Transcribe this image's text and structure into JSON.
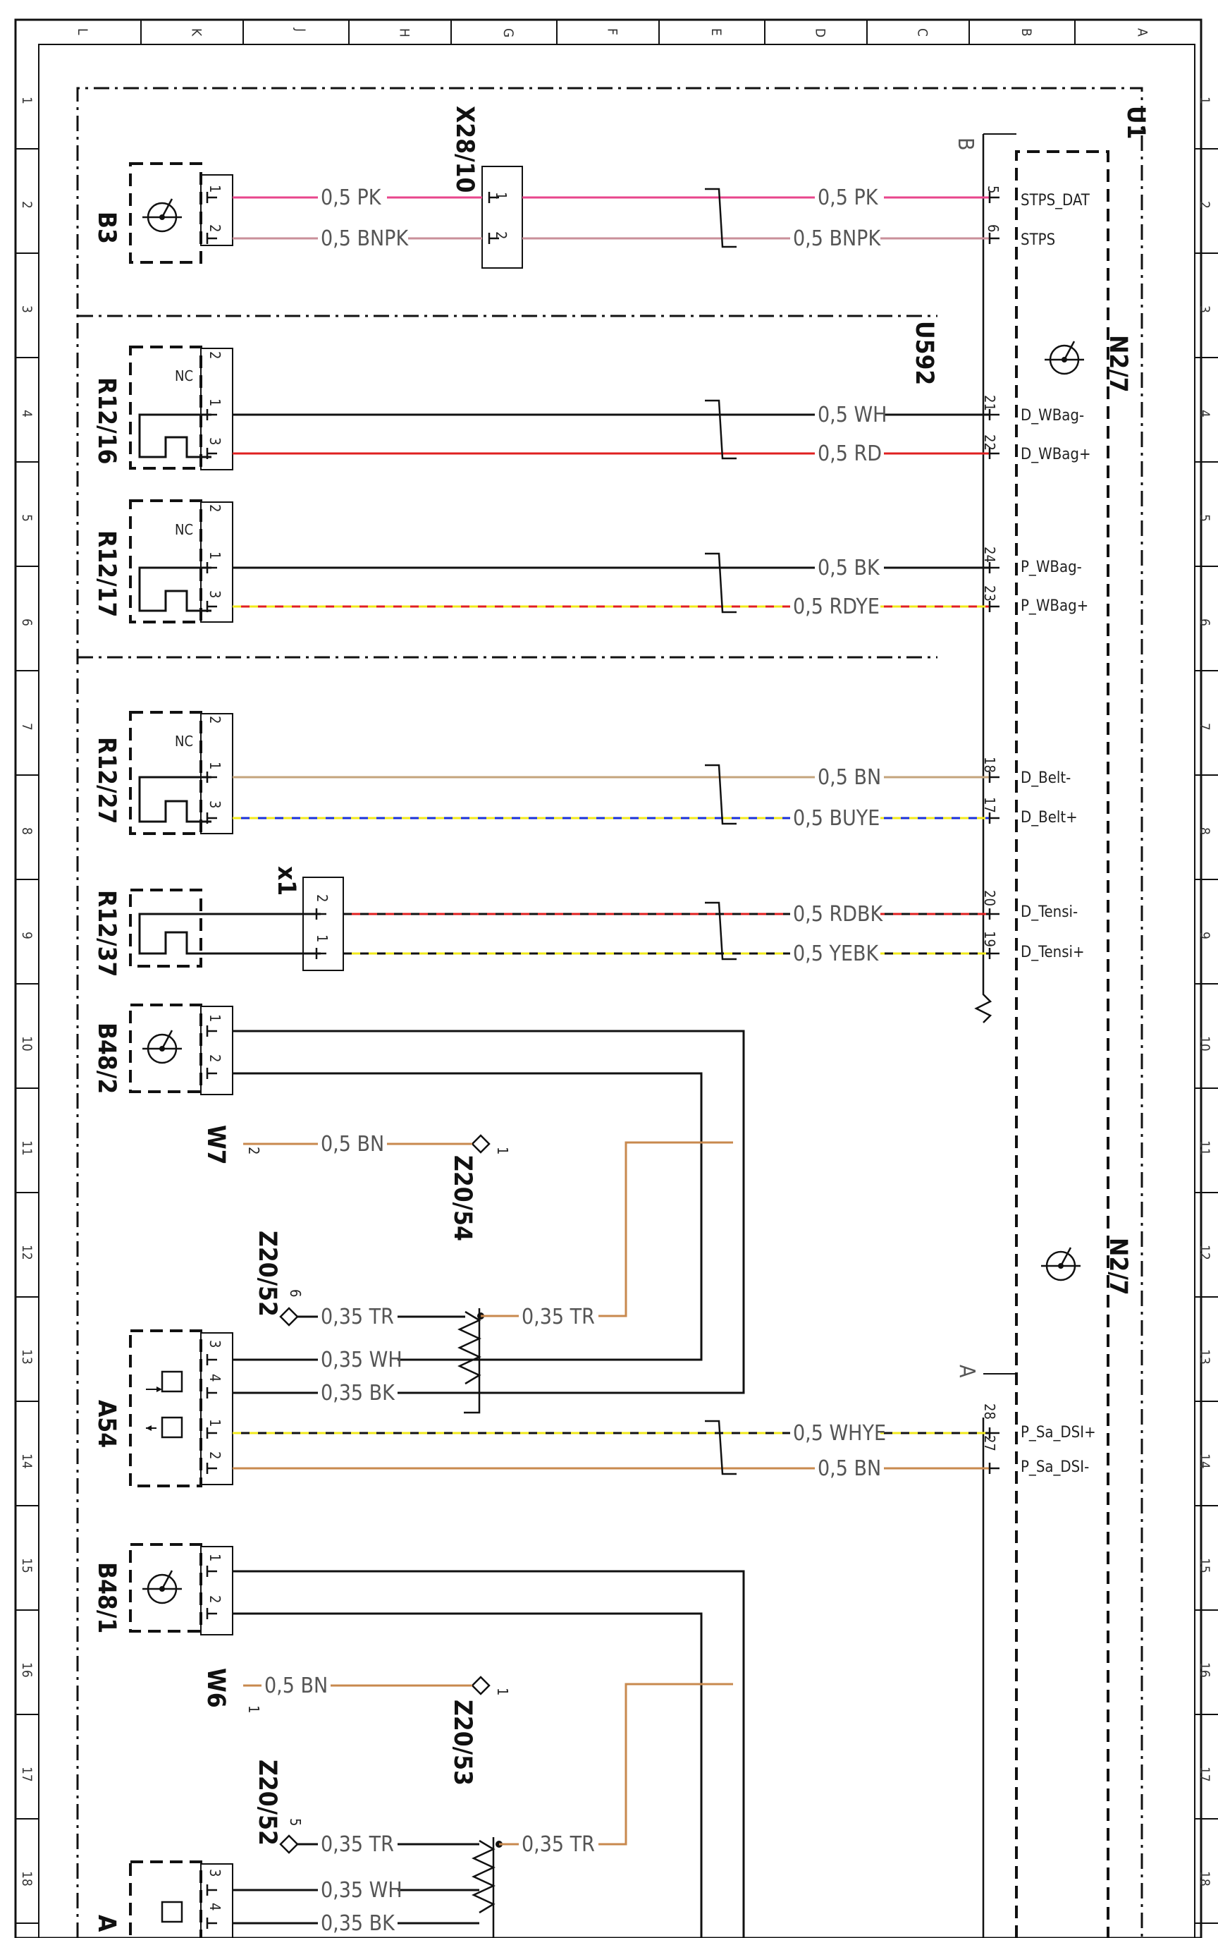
{
  "grid": {
    "columns": [
      "L",
      "K",
      "J",
      "H",
      "G",
      "F",
      "E",
      "D",
      "C",
      "B",
      "A"
    ],
    "rows": [
      "1",
      "2",
      "3",
      "4",
      "5",
      "6",
      "7",
      "8",
      "9",
      "10",
      "11",
      "12",
      "13",
      "14",
      "15",
      "16",
      "17",
      "18"
    ]
  },
  "components": {
    "u1": "U1",
    "u592": "U592",
    "b3": "B3",
    "x28_10": "X28/10",
    "r12_16": "R12/16",
    "r12_17": "R12/17",
    "r12_27": "R12/27",
    "r12_37": "R12/37",
    "x1": "x1",
    "b48_2": "B48/2",
    "w7": "W7",
    "z20_54": "Z20/54",
    "z20_52a": "Z20/52",
    "a54": "A54",
    "b48_1": "B48/1",
    "w6": "W6",
    "z20_53": "Z20/53",
    "z20_52b": "Z20/52",
    "n2_7a": "N2/7",
    "n2_7b": "N2/7",
    "a_cut": "A",
    "conn_b": "B",
    "conn_a": "A",
    "nc": "NC"
  },
  "wires": [
    {
      "id": "b3_pk_l",
      "label": "0,5 PK",
      "color": "#e8468c"
    },
    {
      "id": "b3_bnpk_l",
      "label": "0,5 BNPK",
      "color": "#c98f9a"
    },
    {
      "id": "b3_pk_r",
      "label": "0,5 PK",
      "color": "#e8468c"
    },
    {
      "id": "b3_bnpk_r",
      "label": "0,5 BNPK",
      "color": "#c98f9a"
    },
    {
      "id": "r1216_wh",
      "label": "0,5 WH",
      "color": "#111111"
    },
    {
      "id": "r1216_rd",
      "label": "0,5 RD",
      "color": "#e02020"
    },
    {
      "id": "r1217_bk",
      "label": "0,5 BK",
      "color": "#111111"
    },
    {
      "id": "r1217_rdye",
      "label": "0,5 RDYE",
      "color": "#e02020",
      "stripe": "#f2ea1c"
    },
    {
      "id": "r1227_bn",
      "label": "0,5 BN",
      "color": "#c4a47c"
    },
    {
      "id": "r1227_buye",
      "label": "0,5 BUYE",
      "color": "#1a2fd8",
      "stripe": "#f2ea1c"
    },
    {
      "id": "r1237_rdbk",
      "label": "0,5 RDBK",
      "color": "#e02020",
      "stripe": "#111111"
    },
    {
      "id": "r1237_yebk",
      "label": "0,5 YEBK",
      "color": "#f2ea1c",
      "stripe": "#111111"
    },
    {
      "id": "w7_bn",
      "label": "0,5 BN",
      "color": "#c8894e"
    },
    {
      "id": "z2052a_tr1",
      "label": "0,35 TR",
      "color": "#111111"
    },
    {
      "id": "z2052a_tr2",
      "label": "0,35 TR",
      "color": "#c8894e"
    },
    {
      "id": "a54_wh",
      "label": "0,35 WH",
      "color": "#111111"
    },
    {
      "id": "a54_bk",
      "label": "0,35 BK",
      "color": "#111111"
    },
    {
      "id": "a54_whye",
      "label": "0,5 WHYE",
      "color": "#111111",
      "stripe": "#f2ea1c"
    },
    {
      "id": "a54_bn",
      "label": "0,5 BN",
      "color": "#c8894e"
    },
    {
      "id": "w6_bn",
      "label": "0,5 BN",
      "color": "#c8894e"
    },
    {
      "id": "z2052b_tr1",
      "label": "0,35 TR",
      "color": "#111111"
    },
    {
      "id": "z2052b_tr2",
      "label": "0,35 TR",
      "color": "#c8894e"
    },
    {
      "id": "a_wh",
      "label": "0,35 WH",
      "color": "#111111"
    },
    {
      "id": "a_bk",
      "label": "0,35 BK",
      "color": "#111111"
    }
  ],
  "signals": {
    "stps_dat": "STPS_DAT",
    "stps": "STPS",
    "d_wbag_m": "D_WBag-",
    "d_wbag_p": "D_WBag+",
    "p_wbag_m": "P_WBag-",
    "p_wbag_p": "P_WBag+",
    "d_belt_m": "D_Belt-",
    "d_belt_p": "D_Belt+",
    "d_tensi_m": "D_Tensi-",
    "d_tensi_p": "D_Tensi+",
    "p_sa_dsi_p": "P_Sa_DSI+",
    "p_sa_dsi_m": "P_Sa_DSI-"
  },
  "pins": {
    "p1": "1",
    "p2": "2",
    "p3": "3",
    "p4": "4",
    "p5": "5",
    "p6": "6",
    "p17": "17",
    "p18": "18",
    "p19": "19",
    "p20": "20",
    "p21": "21",
    "p22": "22",
    "p23": "23",
    "p24": "24",
    "p27": "27",
    "p28": "28"
  }
}
